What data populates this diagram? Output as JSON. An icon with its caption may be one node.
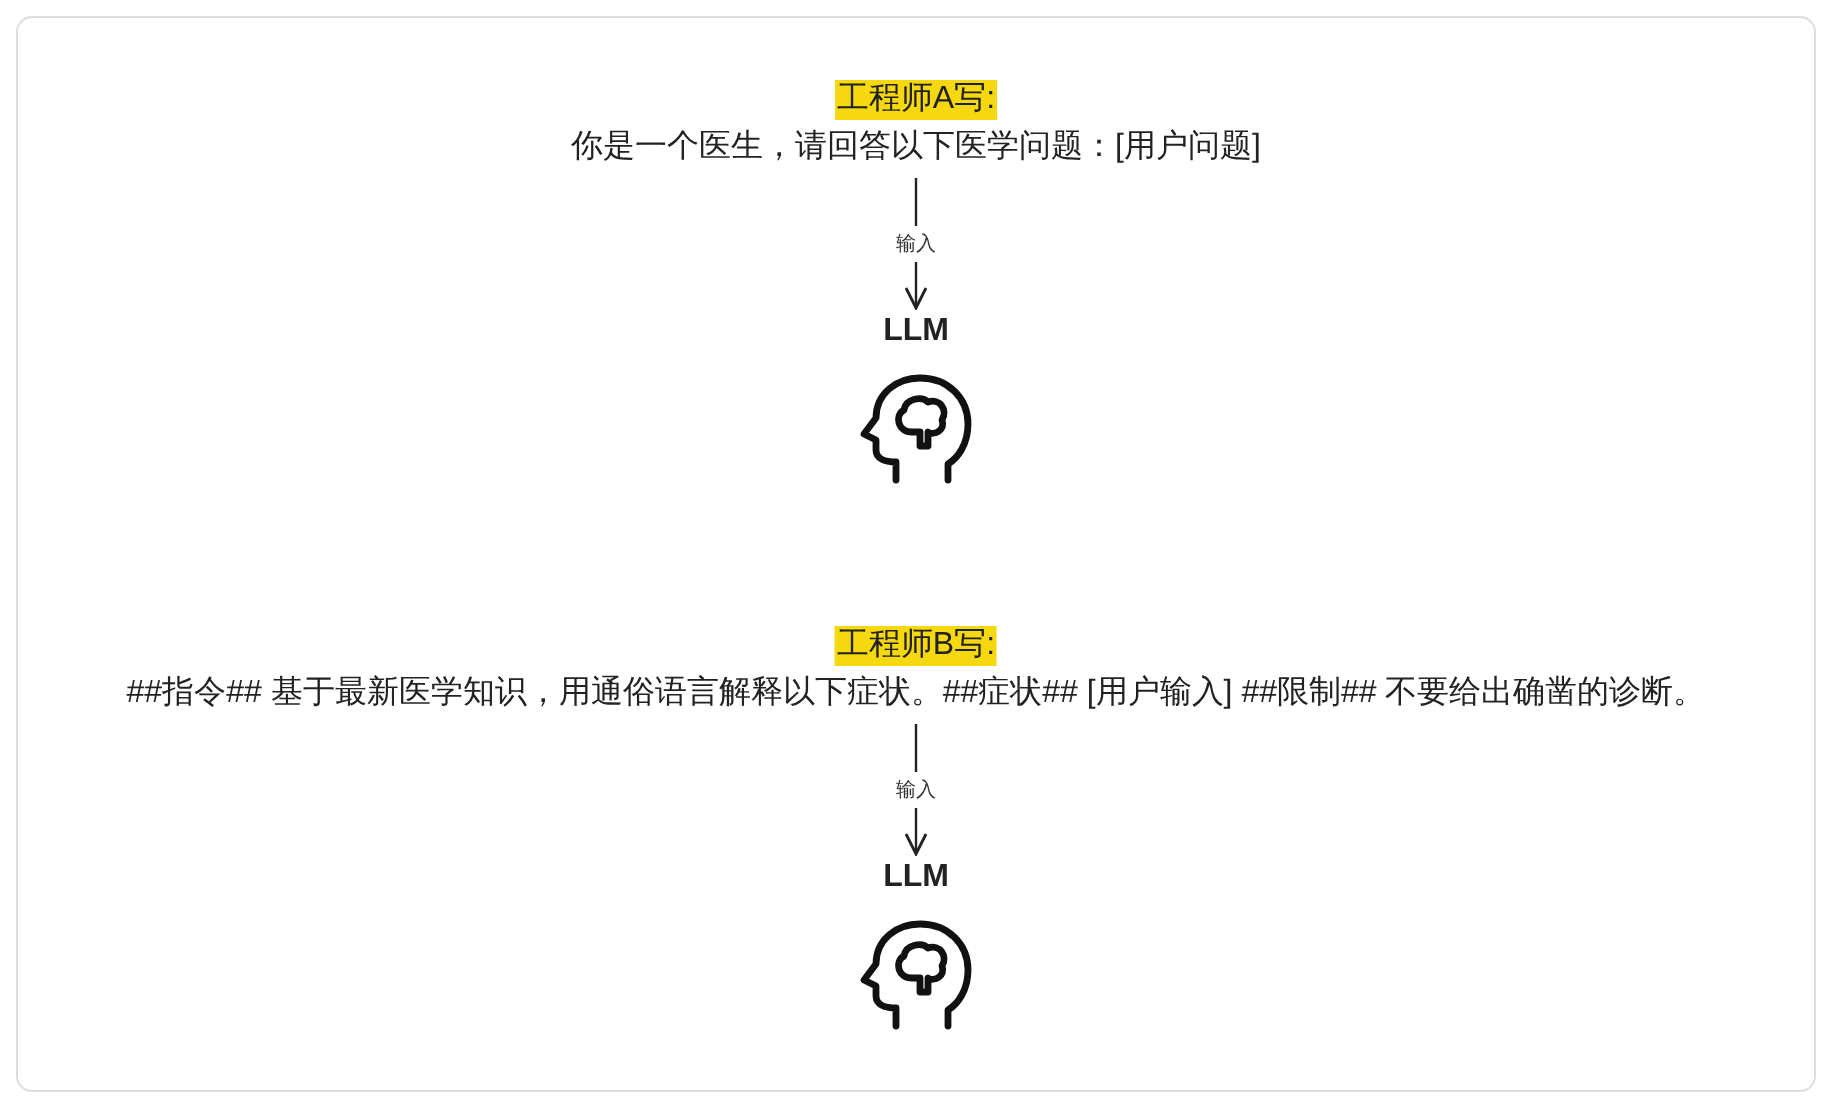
{
  "diagram": {
    "nodes": [
      {
        "text": [
          "工程师A写:",
          "你是一个医生，请回答以下医学问题：[用户问题]"
        ]
      },
      {
        "text": [
          "LLM"
        ]
      },
      {
        "text": [
          "工程师B写:",
          "##指令## 基于最新医学知识，用通俗语言解释以下症状。##症状## [用户输入] ##限制## 不要给出确凿的诊断。"
        ]
      },
      {
        "text": [
          "LLM"
        ]
      }
    ],
    "edges": [
      {
        "from": 0,
        "to": 1,
        "arrow": "to",
        "label": "输入"
      },
      {
        "from": 2,
        "to": 3,
        "arrow": "to",
        "label": "输入"
      }
    ]
  }
}
